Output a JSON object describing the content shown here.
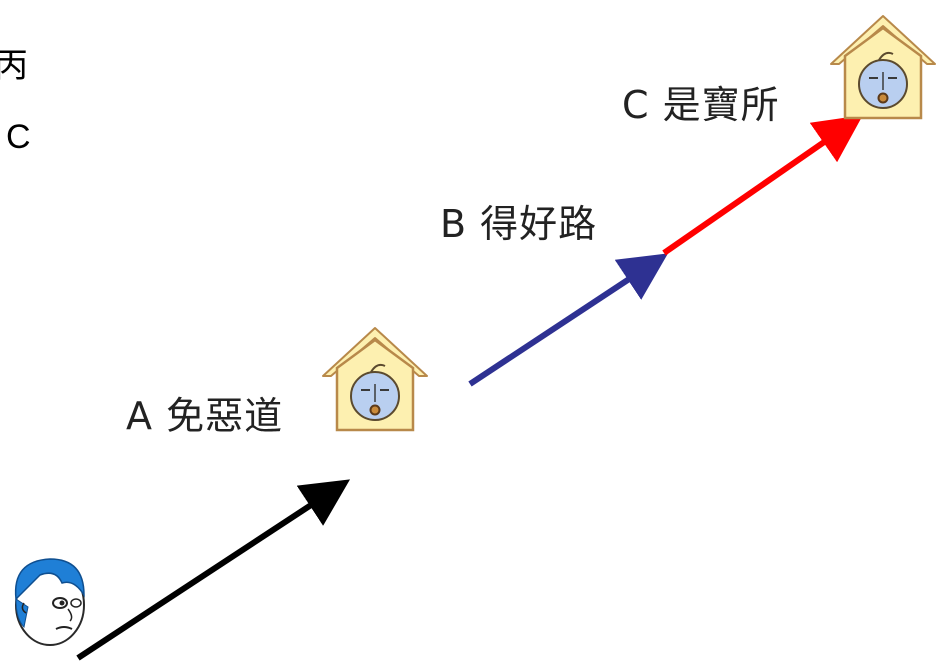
{
  "corner": {
    "top_char": "丙",
    "letter": "C"
  },
  "stages": [
    {
      "id": "a",
      "label": "A 免惡道"
    },
    {
      "id": "b",
      "label": "B 得好路"
    },
    {
      "id": "c",
      "label": "C 是寶所"
    }
  ],
  "colors": {
    "arrow_1": "#000000",
    "arrow_2": "#2e3192",
    "arrow_3": "#ff0000",
    "house_wall": "#fdf0b0",
    "house_outline": "#b8894a",
    "face": "#b9cff0",
    "person_hair": "#1f7fd6"
  },
  "icons": [
    "traveler-icon",
    "house-icon",
    "house-icon"
  ]
}
